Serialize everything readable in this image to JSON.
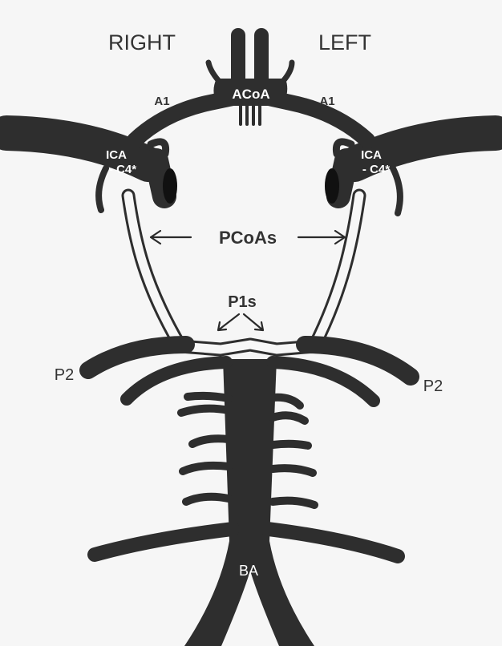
{
  "labels": {
    "right": "RIGHT",
    "left": "LEFT",
    "acoa": "ACoA",
    "a1_right": "A1",
    "a1_left": "A1",
    "ica_right_line1": "ICA",
    "ica_right_line2": "- C4*",
    "ica_left_line1": "ICA",
    "ica_left_line2": "- C4*",
    "pcoas": "PCoAs",
    "p1s": "P1s",
    "p2_right": "P2",
    "p2_left": "P2",
    "ba": "BA"
  },
  "colors": {
    "vessel": "#2e2e2e",
    "background": "#f6f6f6",
    "pcoa_fill": "#f7f7f7"
  }
}
